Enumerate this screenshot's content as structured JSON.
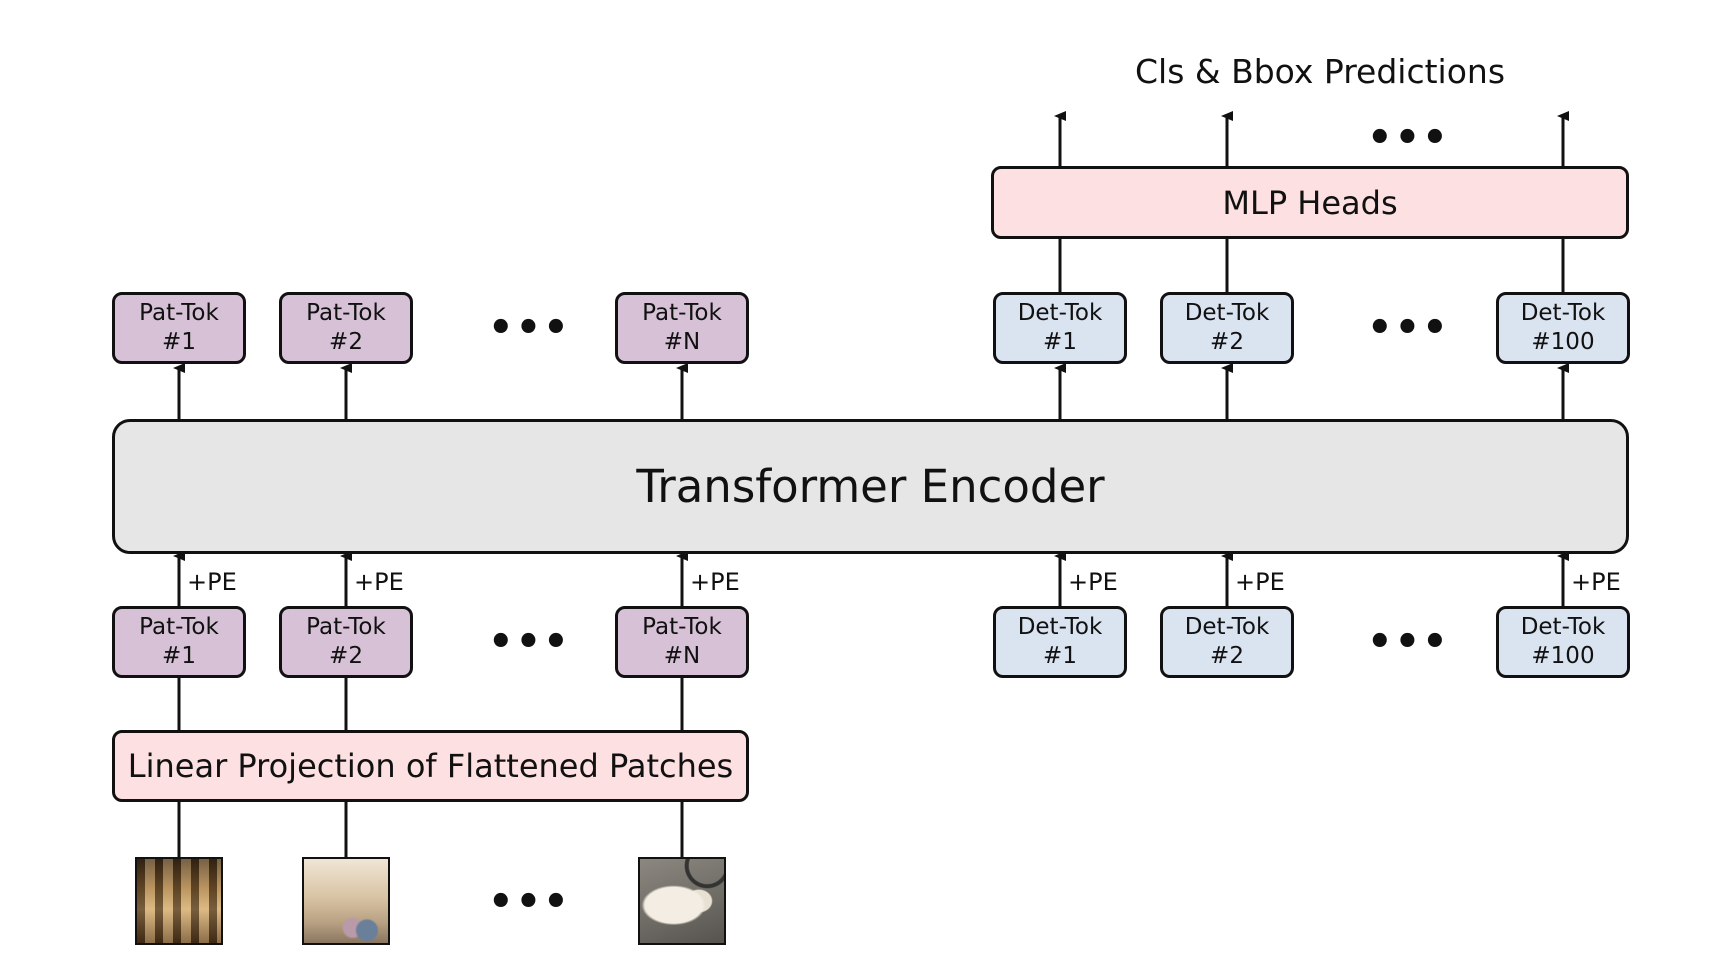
{
  "title": "Cls & Bbox Predictions",
  "mlp_label": "MLP Heads",
  "encoder_label": "Transformer Encoder",
  "linear_label": "Linear Projection of Flattened Patches",
  "pe_label": "+PE",
  "ellipsis": "•••",
  "pat_tokens": [
    {
      "name": "Pat-Tok",
      "index": "#1"
    },
    {
      "name": "Pat-Tok",
      "index": "#2"
    },
    {
      "name": "Pat-Tok",
      "index": "#N"
    }
  ],
  "det_tokens": [
    {
      "name": "Det-Tok",
      "index": "#1"
    },
    {
      "name": "Det-Tok",
      "index": "#2"
    },
    {
      "name": "Det-Tok",
      "index": "#100"
    }
  ],
  "colors": {
    "pat_token": "#d6c1d6",
    "det_token": "#dae3f0",
    "encoder": "#e6e6e6",
    "pink_block": "#fde0e2",
    "stroke": "#111111"
  }
}
